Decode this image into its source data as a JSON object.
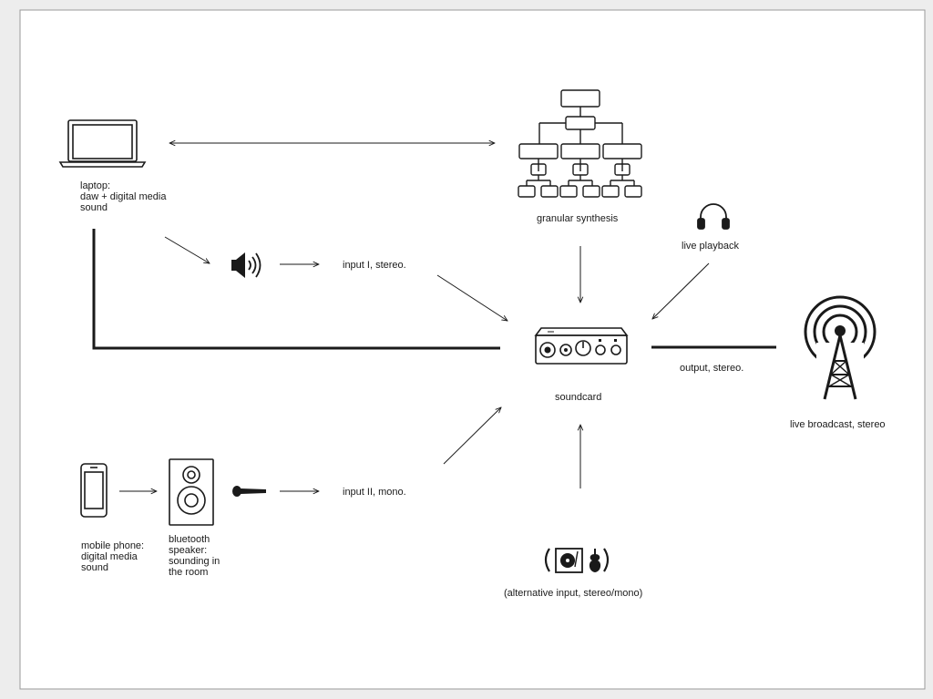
{
  "nodes": {
    "laptop": {
      "lines": [
        "laptop:",
        "daw + digital media",
        "sound"
      ],
      "icon": "laptop-icon"
    },
    "granular": {
      "label": "granular synthesis",
      "icon": "hierarchy-icon"
    },
    "live_playback": {
      "label": "live playback",
      "icon": "headphones-icon"
    },
    "input_one": {
      "label": "input  I, stereo.",
      "icon": "speaker-volume-icon"
    },
    "soundcard": {
      "label": "soundcard",
      "icon": "audio-interface-icon"
    },
    "output": {
      "label": "output, stereo."
    },
    "broadcast": {
      "label": "live broadcast, stereo",
      "icon": "radio-tower-icon"
    },
    "mobile": {
      "lines": [
        "mobile phone:",
        "digital media",
        "sound"
      ],
      "icon": "mobile-phone-icon"
    },
    "bluetooth": {
      "lines": [
        "bluetooth",
        "speaker:",
        "sounding in",
        "the room"
      ],
      "icon": "loudspeaker-icon"
    },
    "input_two": {
      "label": "input  II, mono.",
      "icon": "microphone-icon"
    },
    "alternative": {
      "label": "(alternative input, stereo/mono)",
      "icon": "turntable-violin-icon"
    }
  }
}
